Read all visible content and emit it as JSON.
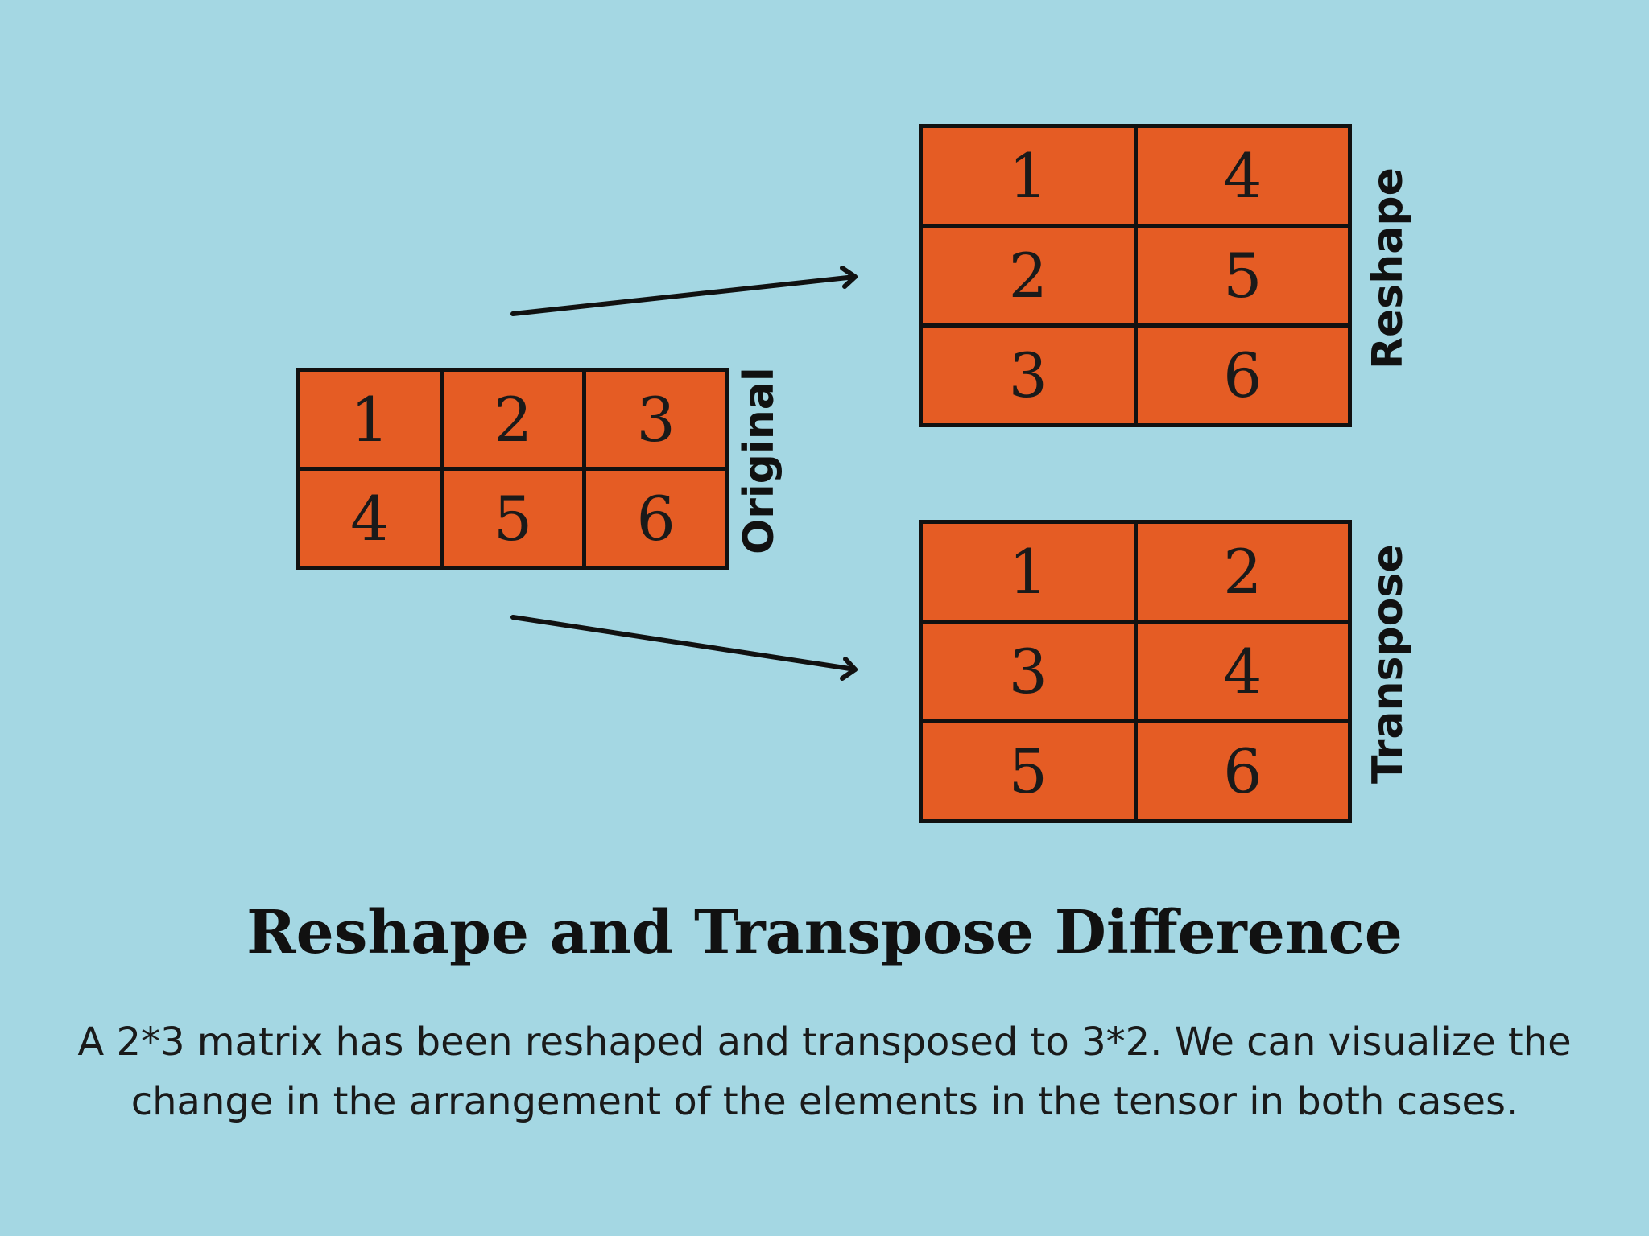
{
  "original": {
    "label": "Original",
    "cells": [
      "1",
      "2",
      "3",
      "4",
      "5",
      "6"
    ]
  },
  "reshape": {
    "label": "Reshape",
    "cells": [
      "1",
      "4",
      "2",
      "5",
      "3",
      "6"
    ]
  },
  "transpose": {
    "label": "Transpose",
    "cells": [
      "1",
      "2",
      "3",
      "4",
      "5",
      "6"
    ]
  },
  "title": "Reshape and Transpose Difference",
  "description": {
    "line1": "A 2*3 matrix has been reshaped and transposed to 3*2. We can visualize the",
    "line2": "change in the arrangement of the elements in the tensor in both cases."
  },
  "colors": {
    "background": "#a4d7e3",
    "cell_fill": "#e55c24",
    "border": "#111111"
  }
}
